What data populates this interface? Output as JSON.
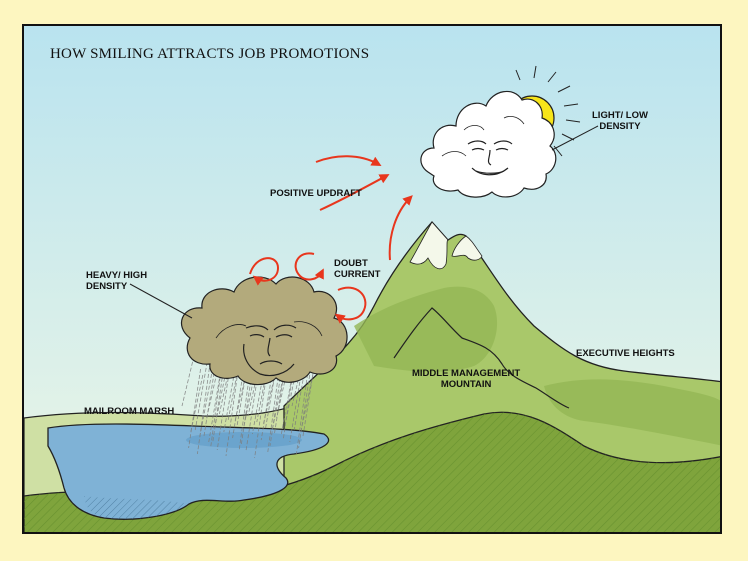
{
  "title": "HOW SMILING ATTRACTS JOB PROMOTIONS",
  "labels": {
    "light_low_density": [
      "LIGHT/ LOW",
      "DENSITY"
    ],
    "positive_updraft": "POSITIVE UPDRAFT",
    "doubt_current": [
      "DOUBT",
      "CURRENT"
    ],
    "heavy_high_density": [
      "HEAVY/ HIGH",
      "DENSITY"
    ],
    "executive_heights": "EXECUTIVE HEIGHTS",
    "middle_management_mountain": [
      "MIDDLE MANAGEMENT",
      "MOUNTAIN"
    ],
    "mailroom_marsh": "MAILROOM MARSH"
  },
  "colors": {
    "page_background": "#fdf6c0",
    "sky_top": "#b9e3ef",
    "sky_bottom": "#eaf6ea",
    "mountain": "#a9c86a",
    "mountain_dark": "#88ad4c",
    "foreground_hill": "#7fa43c",
    "lake": "#7fb2d6",
    "storm_cloud": "#b3aa7c",
    "happy_cloud": "#ffffff",
    "sun": "#f7e51a",
    "arrow": "#e8361d"
  },
  "icons": {
    "happy_cloud": "smiling-cloud-face-icon",
    "storm_cloud": "frowning-cloud-face-icon",
    "sun": "sun-icon",
    "arrows": "curved-arrow-icon"
  }
}
